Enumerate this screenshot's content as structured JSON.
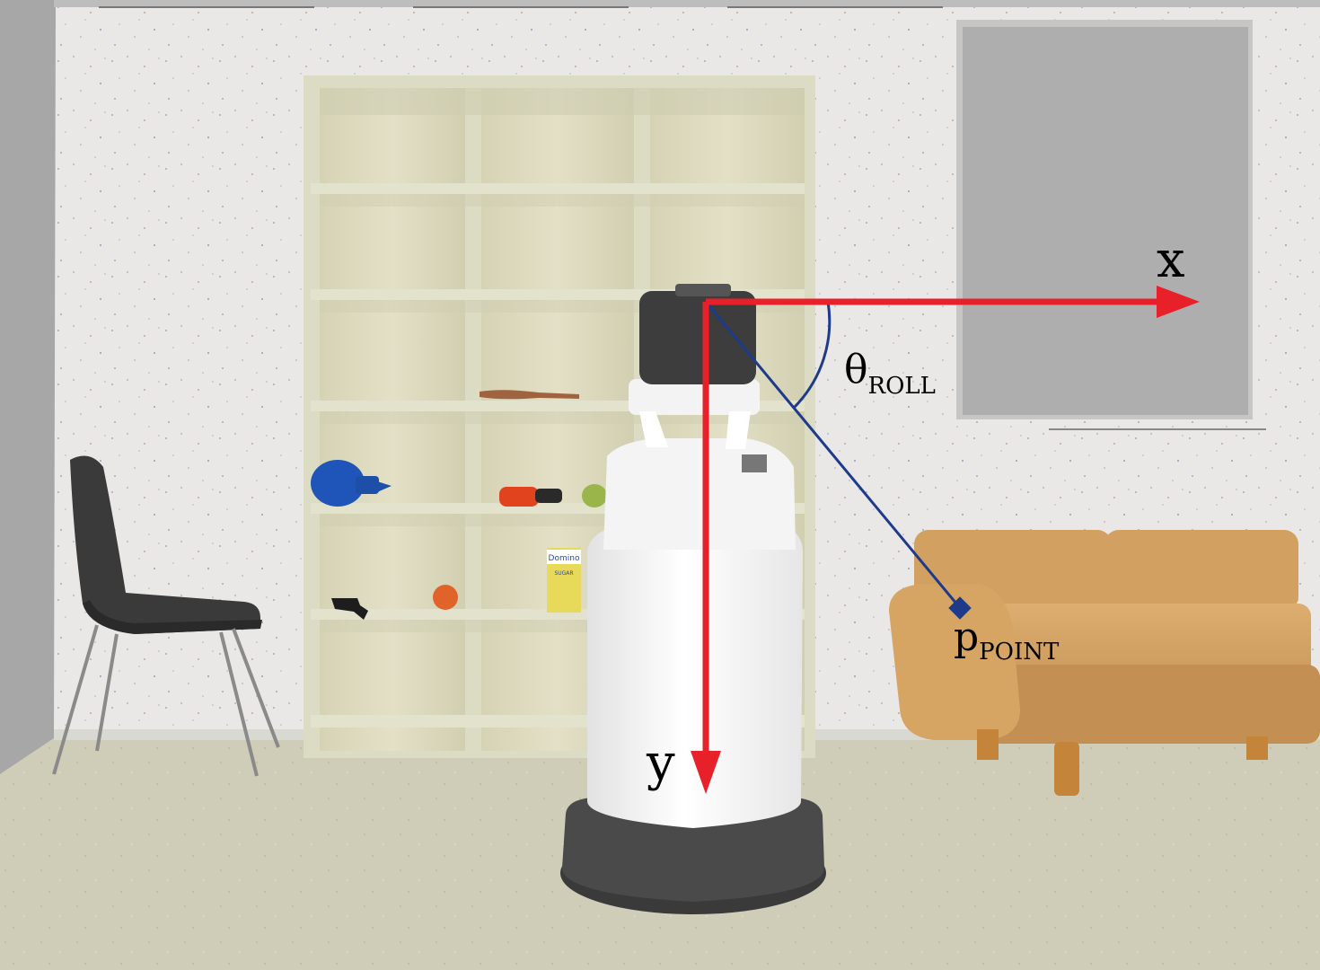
{
  "labels": {
    "x_axis": "x",
    "y_axis": "y",
    "theta_main": "θ",
    "theta_sub": "ROLL",
    "p_main": "p",
    "p_sub": "POINT",
    "box_brand": "Domino",
    "box_sub": "SUGAR"
  },
  "colors": {
    "axis": "#e8202a",
    "pointing": "#1e3a8a",
    "wall": "#e9e8e6",
    "floor": "#cfcdb8",
    "shelf": "#dcdbc4",
    "sofa": "#d8a868",
    "robot_body": "#ffffff",
    "robot_dark": "#3c3c3c"
  }
}
